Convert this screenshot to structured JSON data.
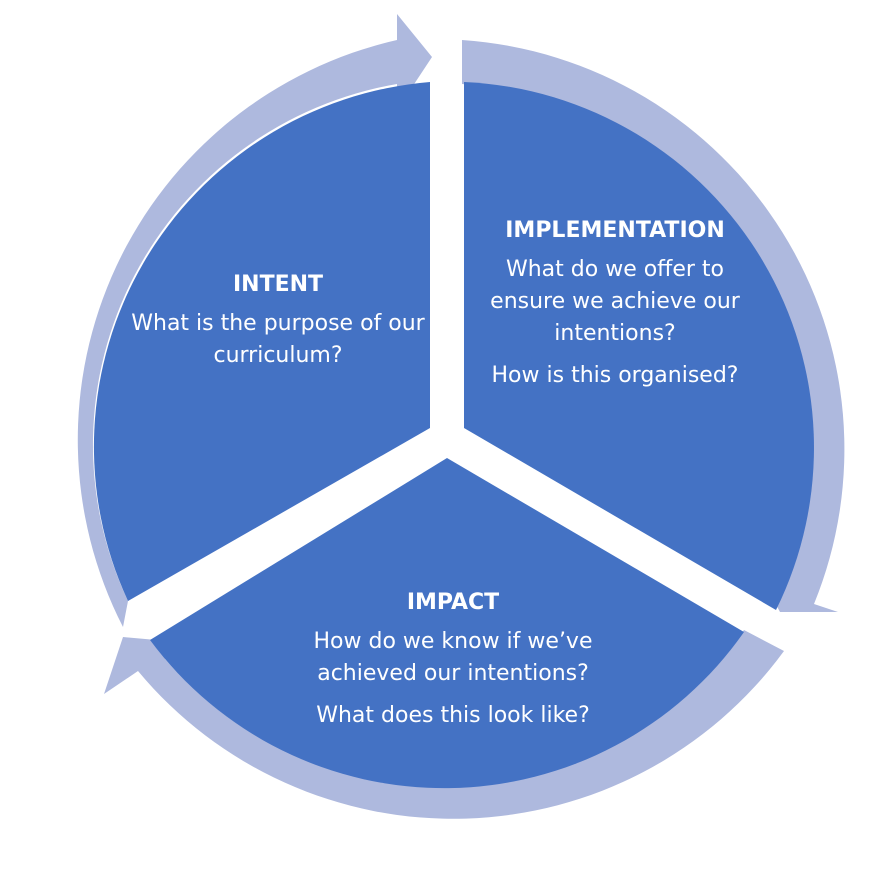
{
  "diagram": {
    "colors": {
      "segment_fill": "#4472C4",
      "arrow_fill": "#AEB9DE",
      "background": "#FFFFFF",
      "text": "#FFFFFF"
    },
    "segments": {
      "intent": {
        "title": "INTENT",
        "question_1": "What is the purpose of our curriculum?"
      },
      "implementation": {
        "title": "IMPLEMENTATION",
        "question_1": "What do we offer to ensure we achieve our intentions?",
        "question_2": "How is this organised?"
      },
      "impact": {
        "title": "IMPACT",
        "question_1": "How do we know if we’ve achieved our intentions?",
        "question_2": "What does this look like?"
      }
    }
  }
}
